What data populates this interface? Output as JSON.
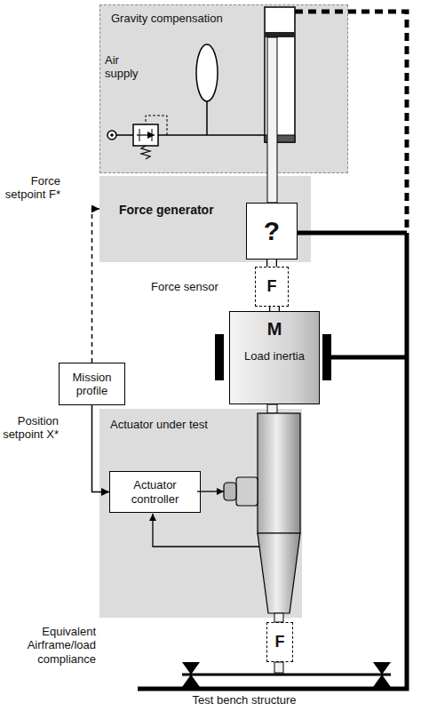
{
  "diagram": {
    "nodes": [
      {
        "text": [
          "Gravity compensation"
        ]
      },
      {
        "text": [
          "Force generator"
        ]
      },
      {
        "text": [
          "?"
        ],
        "in": 1
      },
      {
        "text": [
          "F"
        ]
      },
      {
        "text": [
          "M",
          "Load inertia"
        ]
      },
      {
        "text": [
          "Mission profile"
        ]
      },
      {
        "text": [
          "Actuator under test"
        ]
      },
      {
        "text": [
          "Actuator controller"
        ],
        "in": 6
      },
      {
        "text": [
          "F"
        ]
      }
    ],
    "edges": [
      {
        "from": 5,
        "to": 1,
        "arrow": "to",
        "label": "Force setpoint F*"
      },
      {
        "from": 5,
        "to": 7,
        "arrow": "to",
        "label": "Position setpoint X*"
      },
      {
        "from": 2,
        "to": 3,
        "arrow": "none"
      },
      {
        "from": 3,
        "to": 4,
        "arrow": "none"
      }
    ],
    "labels": [
      "Air supply",
      "Force sensor",
      "Equivalent Airframe/load compliance",
      "Test bench structure"
    ]
  }
}
